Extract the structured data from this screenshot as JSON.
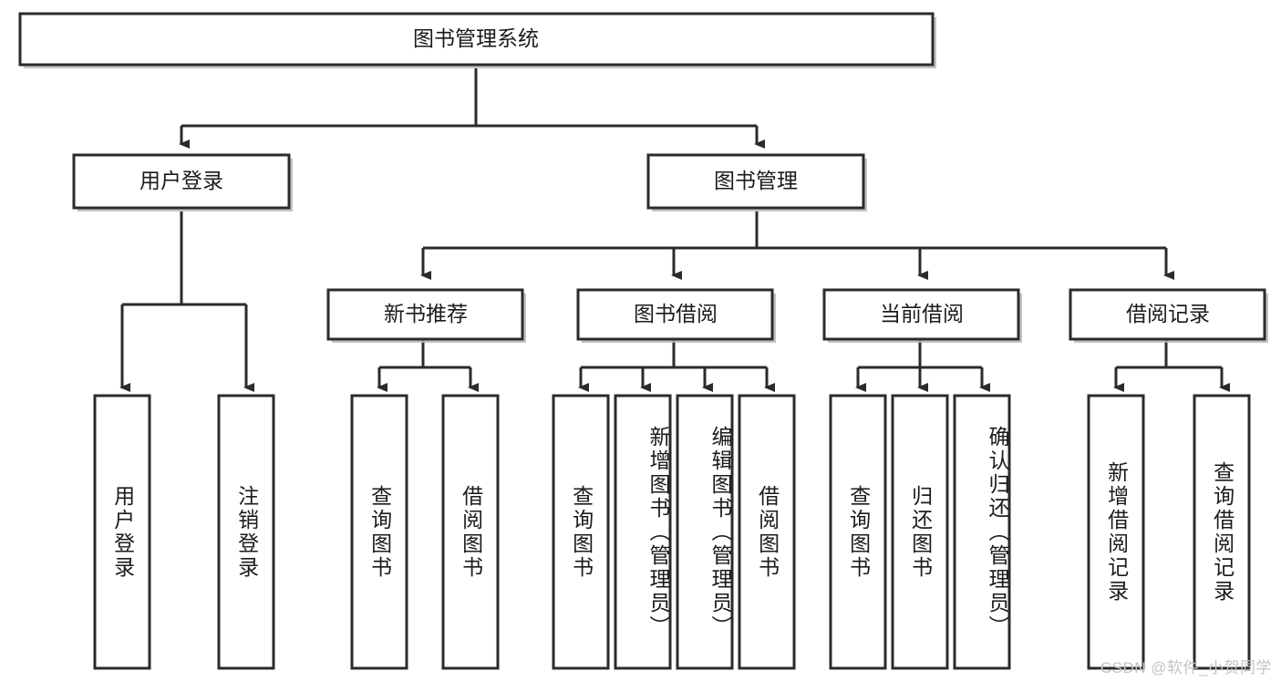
{
  "diagram": {
    "type": "tree",
    "title": "图书管理系统",
    "style": {
      "box_fill": "#ffffff",
      "box_stroke": "#2b2b2b",
      "connector_color": "#2b2b2b",
      "text_color": "#1b1b1b",
      "background": "#ffffff",
      "watermark_color": "#c3c3c3"
    },
    "root": {
      "label": "图书管理系统"
    },
    "level2": [
      {
        "label": "用户登录"
      },
      {
        "label": "图书管理"
      }
    ],
    "level3": [
      {
        "label": "新书推荐"
      },
      {
        "label": "图书借阅"
      },
      {
        "label": "当前借阅"
      },
      {
        "label": "借阅记录"
      }
    ],
    "leaves": {
      "user_login": [
        {
          "label": "用户登录"
        },
        {
          "label": "注销登录"
        }
      ],
      "new_book_recommend": [
        {
          "label": "查询图书"
        },
        {
          "label": "借阅图书"
        }
      ],
      "book_borrow": [
        {
          "label": "查询图书"
        },
        {
          "label": "新增图书（管理员）"
        },
        {
          "label": "编辑图书（管理员）"
        },
        {
          "label": "借阅图书"
        }
      ],
      "current_borrow": [
        {
          "label": "查询图书"
        },
        {
          "label": "归还图书"
        },
        {
          "label": "确认归还（管理员）"
        }
      ],
      "borrow_record": [
        {
          "label": "新增借阅记录"
        },
        {
          "label": "查询借阅记录"
        }
      ]
    }
  },
  "watermark": {
    "text": "CSDN @软件_小贺同学"
  }
}
